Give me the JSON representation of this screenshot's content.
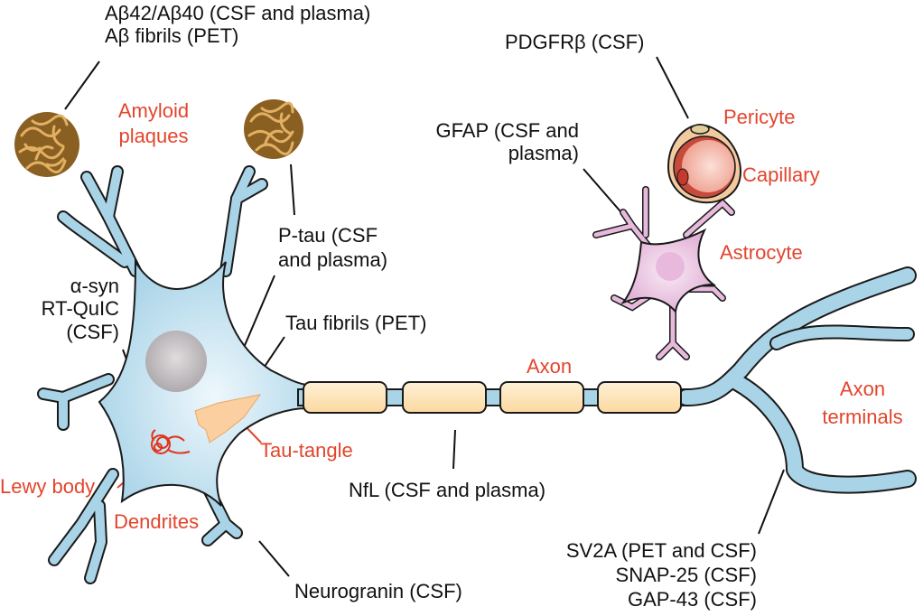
{
  "colors": {
    "neuron_fill": "#a9d4e8",
    "neuron_highlight": "#e6f3fa",
    "myelin_fill": "#fde3b6",
    "nucleus": "#b8b3b6",
    "astrocyte_fill": "#e7b9dc",
    "capillary_fill": "#f2a898",
    "plaque_fill": "#d9a451",
    "tangle_fill": "#fbcf9f",
    "lewy_body": "#e2341d",
    "label_red": "#e2452c",
    "label_black": "#111111"
  },
  "biomarker_labels": {
    "abeta_line1": "Aβ42/Aβ40 (CSF and plasma)",
    "abeta_line2": "Aβ fibrils (PET)",
    "pdgfrb": "PDGFRβ (CSF)",
    "gfap_line1": "GFAP (CSF and",
    "gfap_line2": "plasma)",
    "ptau_line1": "P-tau (CSF",
    "ptau_line2": "and plasma)",
    "tau_fibrils": "Tau fibrils (PET)",
    "asyn_line1": "α-syn",
    "asyn_line2": "RT-QuIC",
    "asyn_line3": "(CSF)",
    "nfl": "NfL (CSF and plasma)",
    "neurogranin": "Neurogranin (CSF)",
    "synaptic_line1": "SV2A (PET and CSF)",
    "synaptic_line2": "SNAP-25 (CSF)",
    "synaptic_line3": "GAP-43 (CSF)"
  },
  "structure_labels": {
    "amyloid_line1": "Amyloid",
    "amyloid_line2": "plaques",
    "pericyte": "Pericyte",
    "capillary": "Capillary",
    "astrocyte": "Astrocyte",
    "axon": "Axon",
    "axon_terminals_line1": "Axon",
    "axon_terminals_line2": "terminals",
    "tau_tangle": "Tau-tangle",
    "lewy_body": "Lewy body",
    "dendrites": "Dendrites"
  }
}
